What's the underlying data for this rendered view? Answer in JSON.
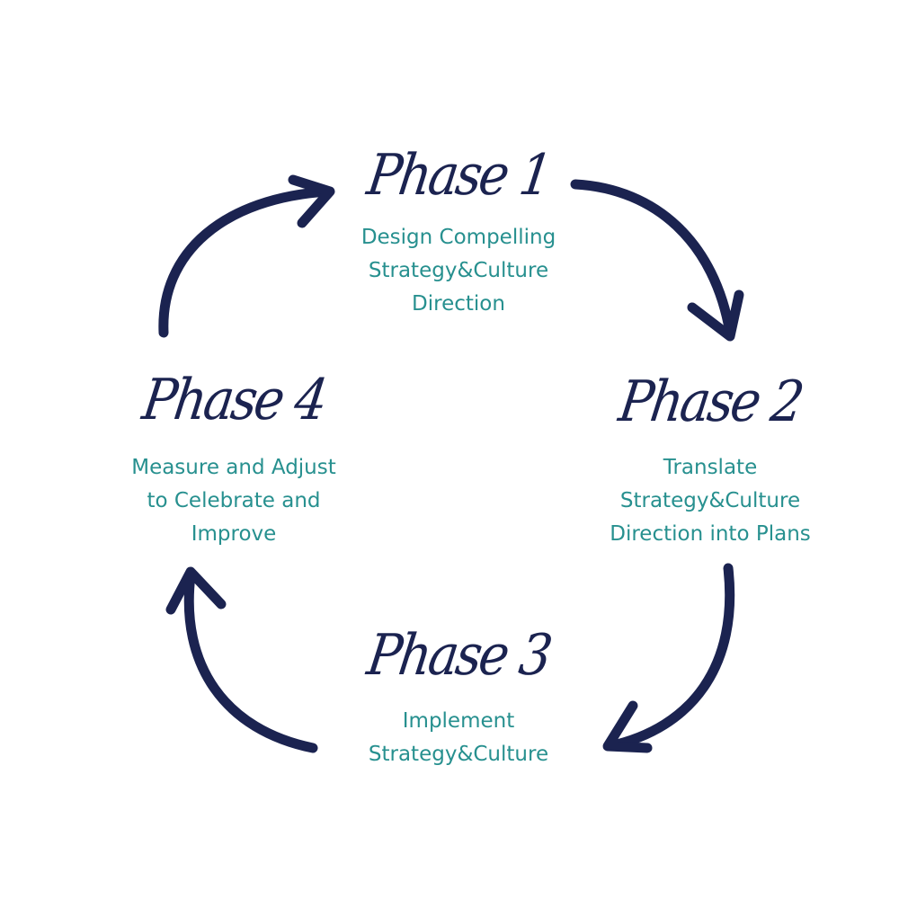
{
  "colors": {
    "arrow": "#1b2350",
    "title": "#1b2350",
    "description": "#27908f",
    "background": "#ffffff"
  },
  "phases": [
    {
      "title": "Phase 1",
      "description": "Design Compelling\nStrategy&Culture\nDirection"
    },
    {
      "title": "Phase 2",
      "description": "Translate\nStrategy&Culture\nDirection into Plans"
    },
    {
      "title": "Phase 3",
      "description": "Implement\nStrategy&Culture"
    },
    {
      "title": "Phase 4",
      "description": "Measure and Adjust\nto Celebrate and\nImprove"
    }
  ]
}
